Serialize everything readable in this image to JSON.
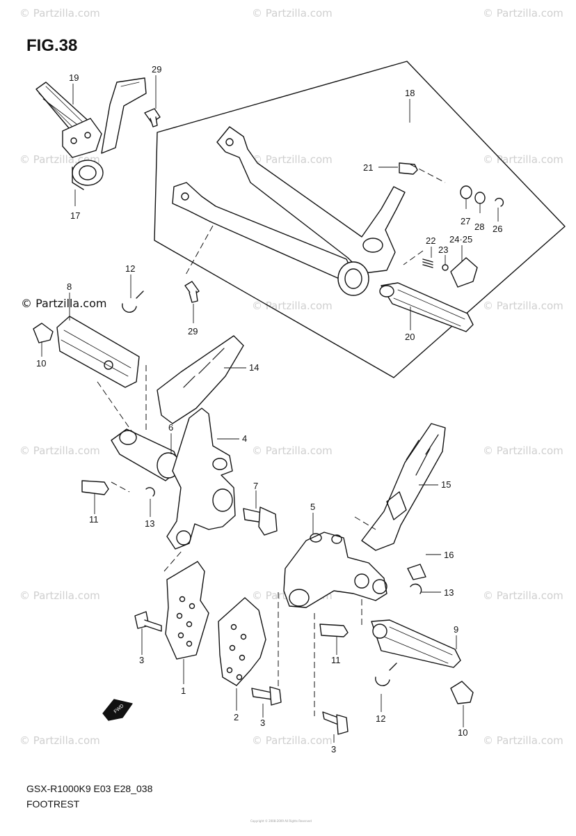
{
  "watermark": "© Partzilla.com",
  "brand_mark": "© Partzilla.com",
  "figure_title": "FIG.38",
  "diagram_code": "GSX-R1000K9 E03 E28_038",
  "diagram_name": "FOOTREST",
  "copyright_line": "Copyright © 2008-2009 All Rights Reserved",
  "fwd_label": "FWD",
  "colors": {
    "ink": "#111111",
    "watermark": "#cfcfcf"
  },
  "part_labels": {
    "l1": "1",
    "l2": "2",
    "l3a": "3",
    "l3b": "3",
    "l3c": "3",
    "l4": "4",
    "l5": "5",
    "l6": "6",
    "l7": "7",
    "l8": "8",
    "l9": "9",
    "l10a": "10",
    "l10b": "10",
    "l11a": "11",
    "l11b": "11",
    "l12a": "12",
    "l12b": "12",
    "l13a": "13",
    "l13b": "13",
    "l14": "14",
    "l15": "15",
    "l16": "16",
    "l17": "17",
    "l18": "18",
    "l19": "19",
    "l20": "20",
    "l21": "21",
    "l22": "22",
    "l23": "23",
    "l2425": "24·25",
    "l26": "26",
    "l27": "27",
    "l28": "28",
    "l29a": "29",
    "l29b": "29"
  }
}
